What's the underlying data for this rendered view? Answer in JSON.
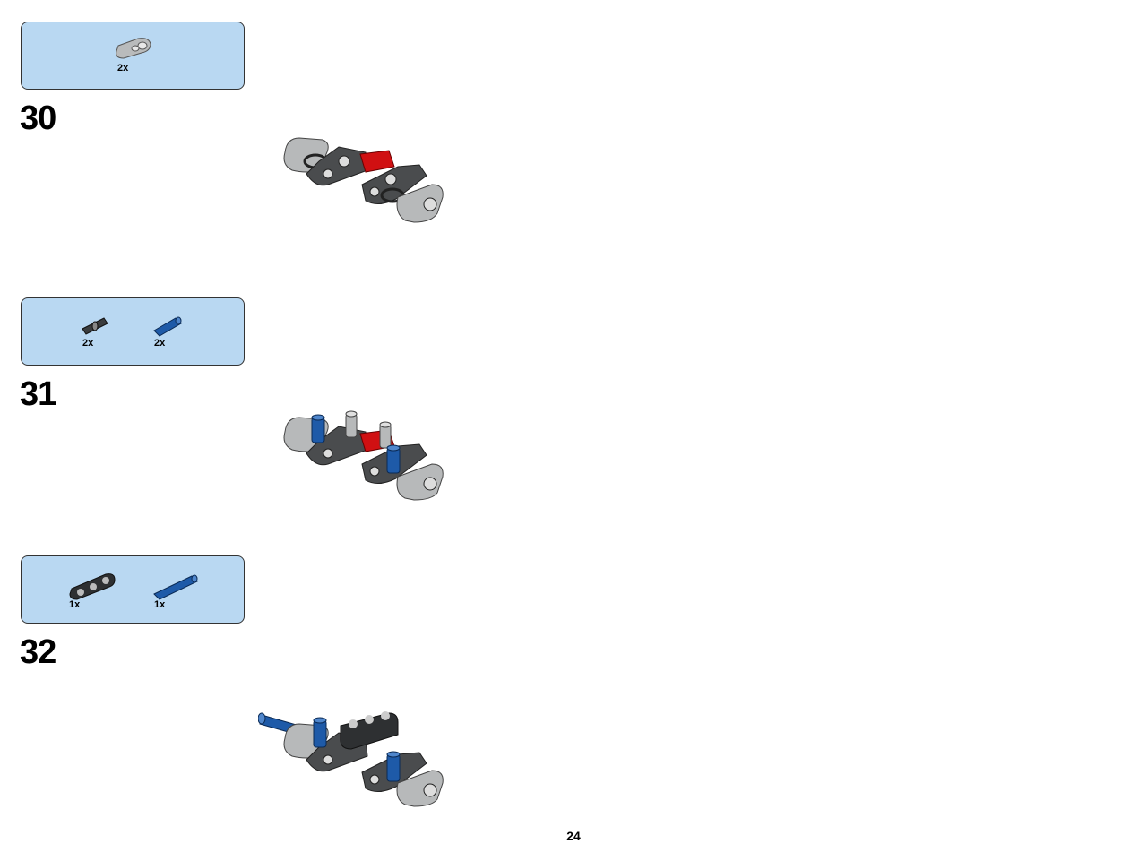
{
  "steps": [
    {
      "number": "30",
      "parts": [
        {
          "icon": "light-gray-angled-liftarm-icon",
          "qty": "2x"
        }
      ]
    },
    {
      "number": "31",
      "parts": [
        {
          "icon": "black-friction-pin-icon",
          "qty": "2x"
        },
        {
          "icon": "blue-axle-pin-icon",
          "qty": "2x"
        }
      ]
    },
    {
      "number": "32",
      "parts": [
        {
          "icon": "black-beam-3-icon",
          "qty": "1x"
        },
        {
          "icon": "blue-long-pin-icon",
          "qty": "1x"
        }
      ]
    }
  ],
  "page_number": "24",
  "colors": {
    "parts_box_bg": "#b9d8f2",
    "light_gray": "#a9abac",
    "dark_gray": "#4a4c4e",
    "red": "#d01012",
    "blue": "#1e5aa8"
  }
}
